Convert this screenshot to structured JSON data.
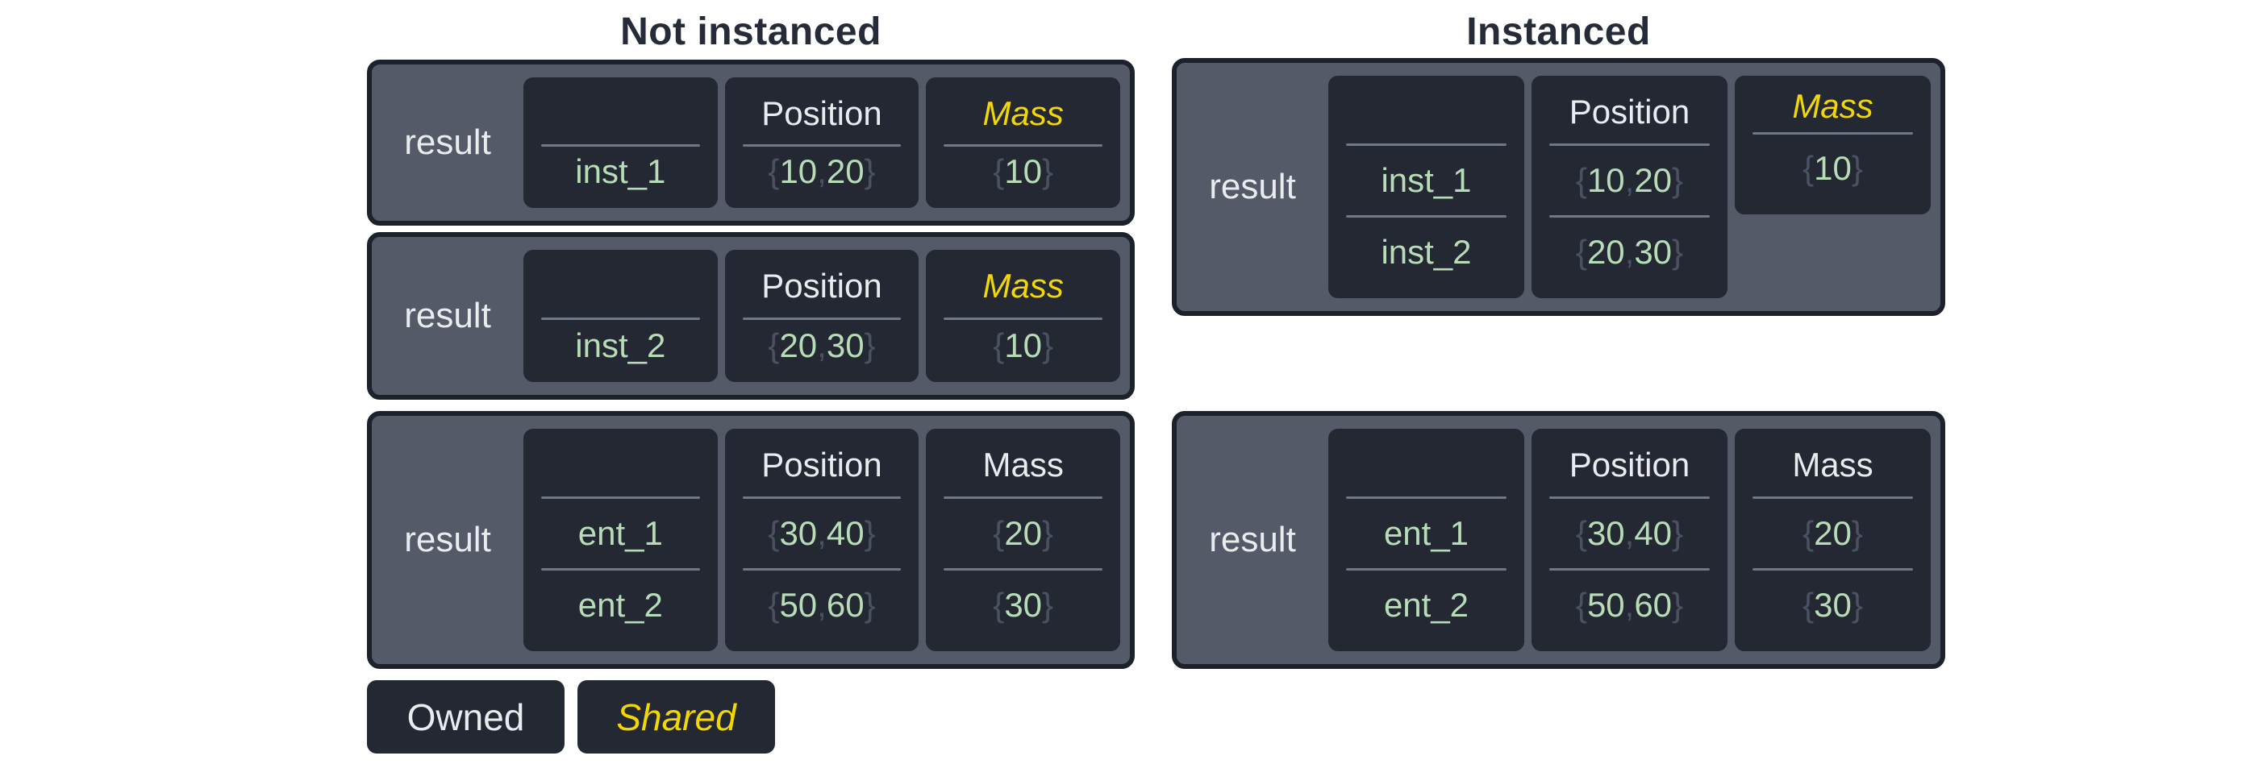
{
  "titles": {
    "left": "Not instanced",
    "right": "Instanced"
  },
  "legend": {
    "owned": "Owned",
    "shared": "Shared"
  },
  "colors": {
    "title_text": "#252b38",
    "box_fill": "#545a68",
    "box_border": "#1c212b",
    "cell_fill": "#232833",
    "header_text": "#e9ebee",
    "shared_yellow": "#f2d703",
    "value_green": "#b7dcb7",
    "brace_gray": "#4a5262",
    "divider_gray": "#707786",
    "background": "#ffffff"
  },
  "boxes": [
    {
      "id": "l1",
      "group": "not-instanced",
      "label": "result",
      "columns": [
        {
          "header": "",
          "rows": [
            "inst_1"
          ]
        },
        {
          "header": "Position",
          "rows": [
            "{10, 20}"
          ]
        },
        {
          "header": "Mass",
          "shared": true,
          "rows": [
            "{10}"
          ]
        }
      ]
    },
    {
      "id": "l2",
      "group": "not-instanced",
      "label": "result",
      "columns": [
        {
          "header": "",
          "rows": [
            "inst_2"
          ]
        },
        {
          "header": "Position",
          "rows": [
            "{20, 30}"
          ]
        },
        {
          "header": "Mass",
          "shared": true,
          "rows": [
            "{10}"
          ]
        }
      ]
    },
    {
      "id": "l3",
      "group": "not-instanced",
      "label": "result",
      "columns": [
        {
          "header": "",
          "rows": [
            "ent_1",
            "ent_2"
          ]
        },
        {
          "header": "Position",
          "rows": [
            "{30, 40}",
            "{50, 60}"
          ]
        },
        {
          "header": "Mass",
          "rows": [
            "{20}",
            "{30}"
          ]
        }
      ]
    },
    {
      "id": "r1",
      "group": "instanced",
      "label": "result",
      "columns": [
        {
          "header": "",
          "rows": [
            "inst_1",
            "inst_2"
          ]
        },
        {
          "header": "Position",
          "rows": [
            "{10, 20}",
            "{20, 30}"
          ]
        },
        {
          "header": "Mass",
          "shared": true,
          "short": true,
          "rows": [
            "{10}"
          ]
        }
      ]
    },
    {
      "id": "r2",
      "group": "instanced",
      "label": "result",
      "columns": [
        {
          "header": "",
          "rows": [
            "ent_1",
            "ent_2"
          ]
        },
        {
          "header": "Position",
          "rows": [
            "{30, 40}",
            "{50, 60}"
          ]
        },
        {
          "header": "Mass",
          "rows": [
            "{20}",
            "{30}"
          ]
        }
      ]
    }
  ]
}
